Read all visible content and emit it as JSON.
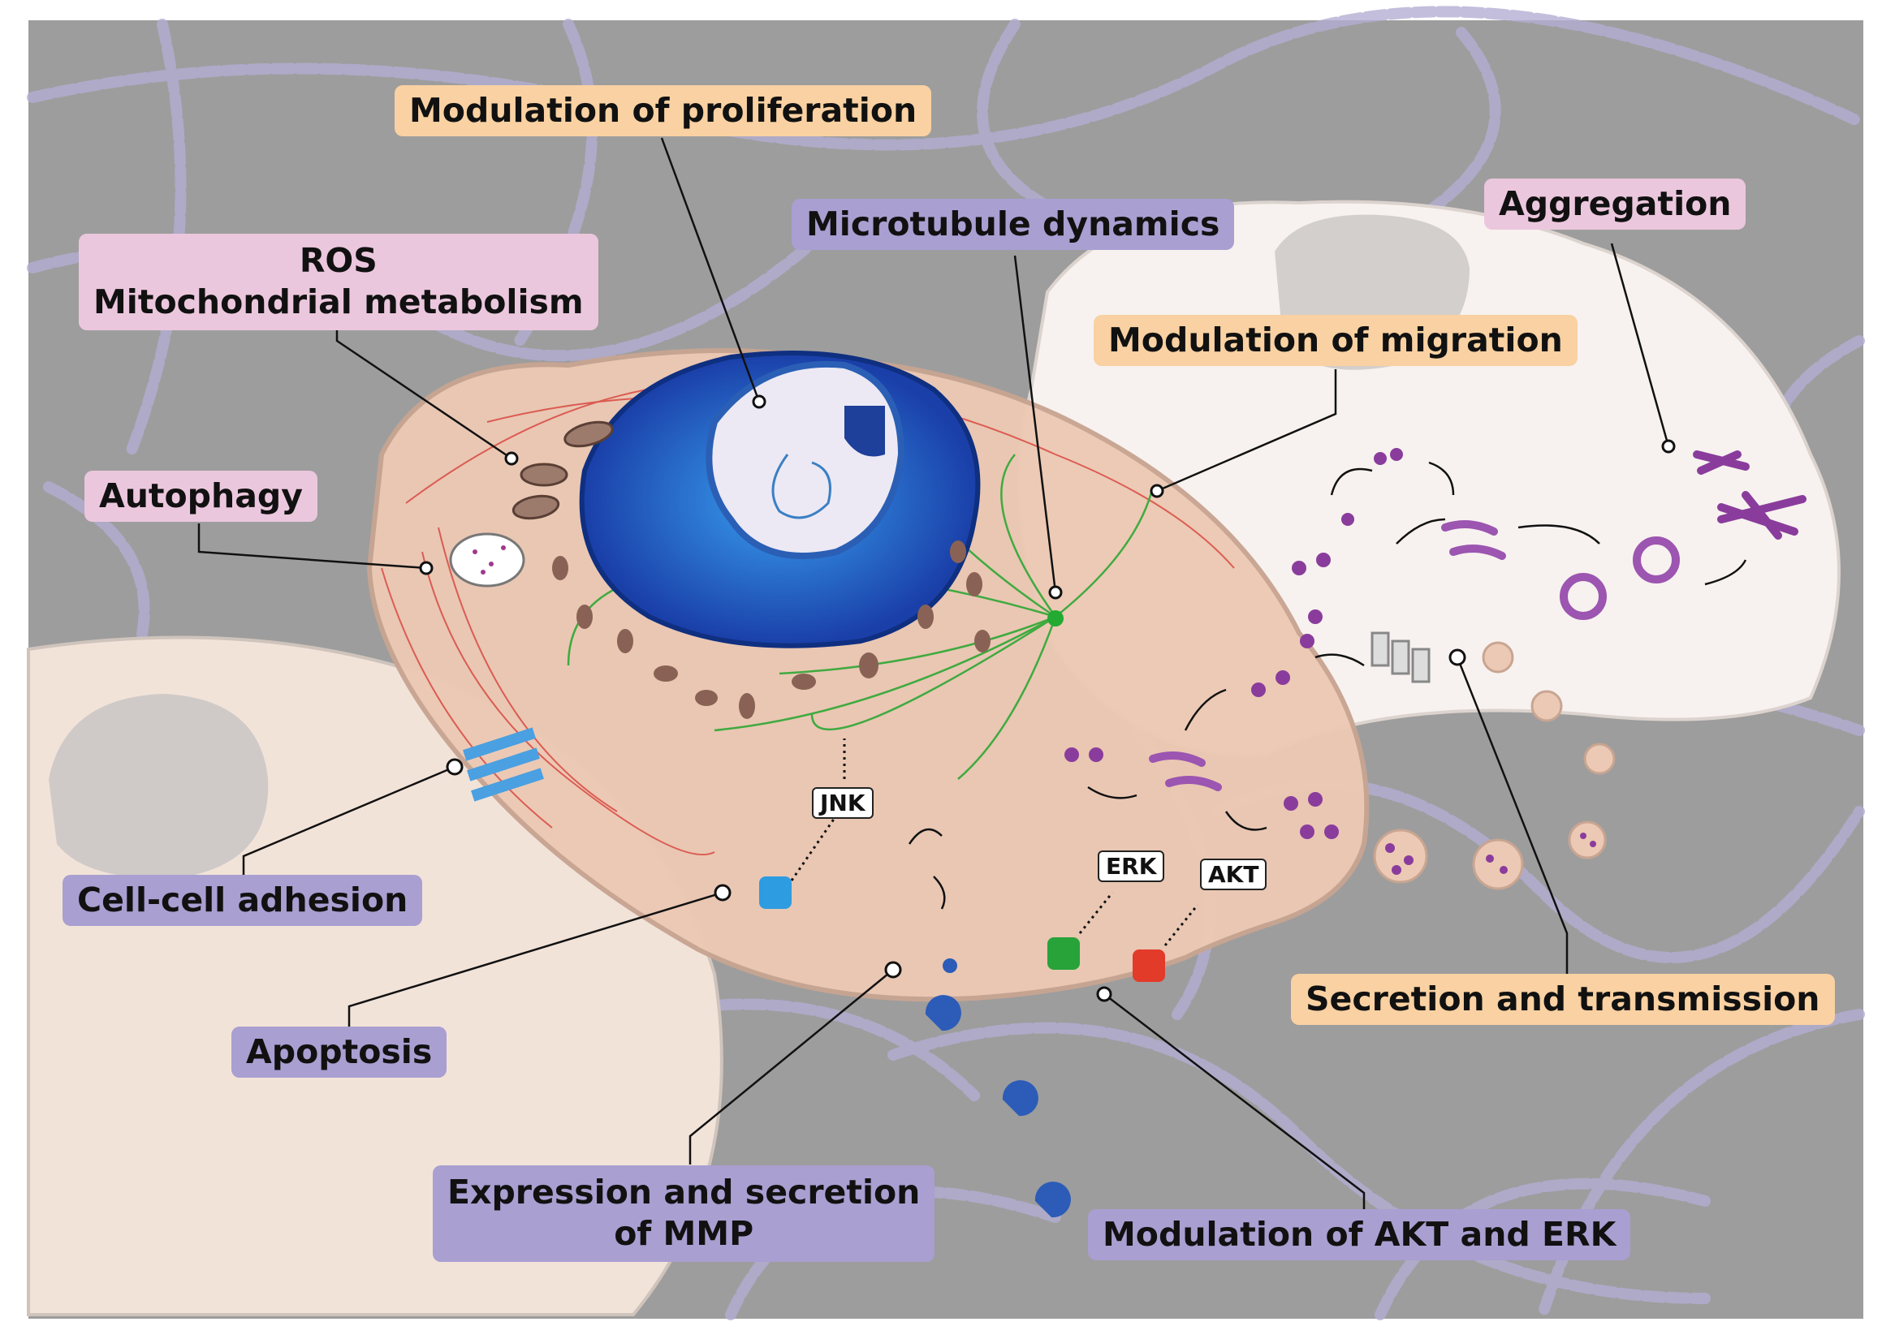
{
  "labels": {
    "proliferation": "Modulation of proliferation",
    "ros_line1": "ROS",
    "ros_line2": "Mitochondrial metabolism",
    "microtubule": "Microtubule dynamics",
    "aggregation": "Aggregation",
    "migration": "Modulation of migration",
    "autophagy": "Autophagy",
    "adhesion": "Cell-cell adhesion",
    "apoptosis": "Apoptosis",
    "mmp_line1": "Expression and secretion",
    "mmp_line2": "of MMP",
    "akt_erk": "Modulation of AKT and ERK",
    "secretion": "Secretion and transmission"
  },
  "tags": {
    "jnk": "JNK",
    "erk": "ERK",
    "akt": "AKT"
  },
  "colors": {
    "background": "#9b9b9b",
    "main_cell": "#ecc9b4",
    "orange_label": "#f9d1a2",
    "pink_label": "#ebc7dd",
    "purple_label": "#a99fd1",
    "nucleus": "#1e56c8",
    "protein": "#8a3c9c"
  }
}
